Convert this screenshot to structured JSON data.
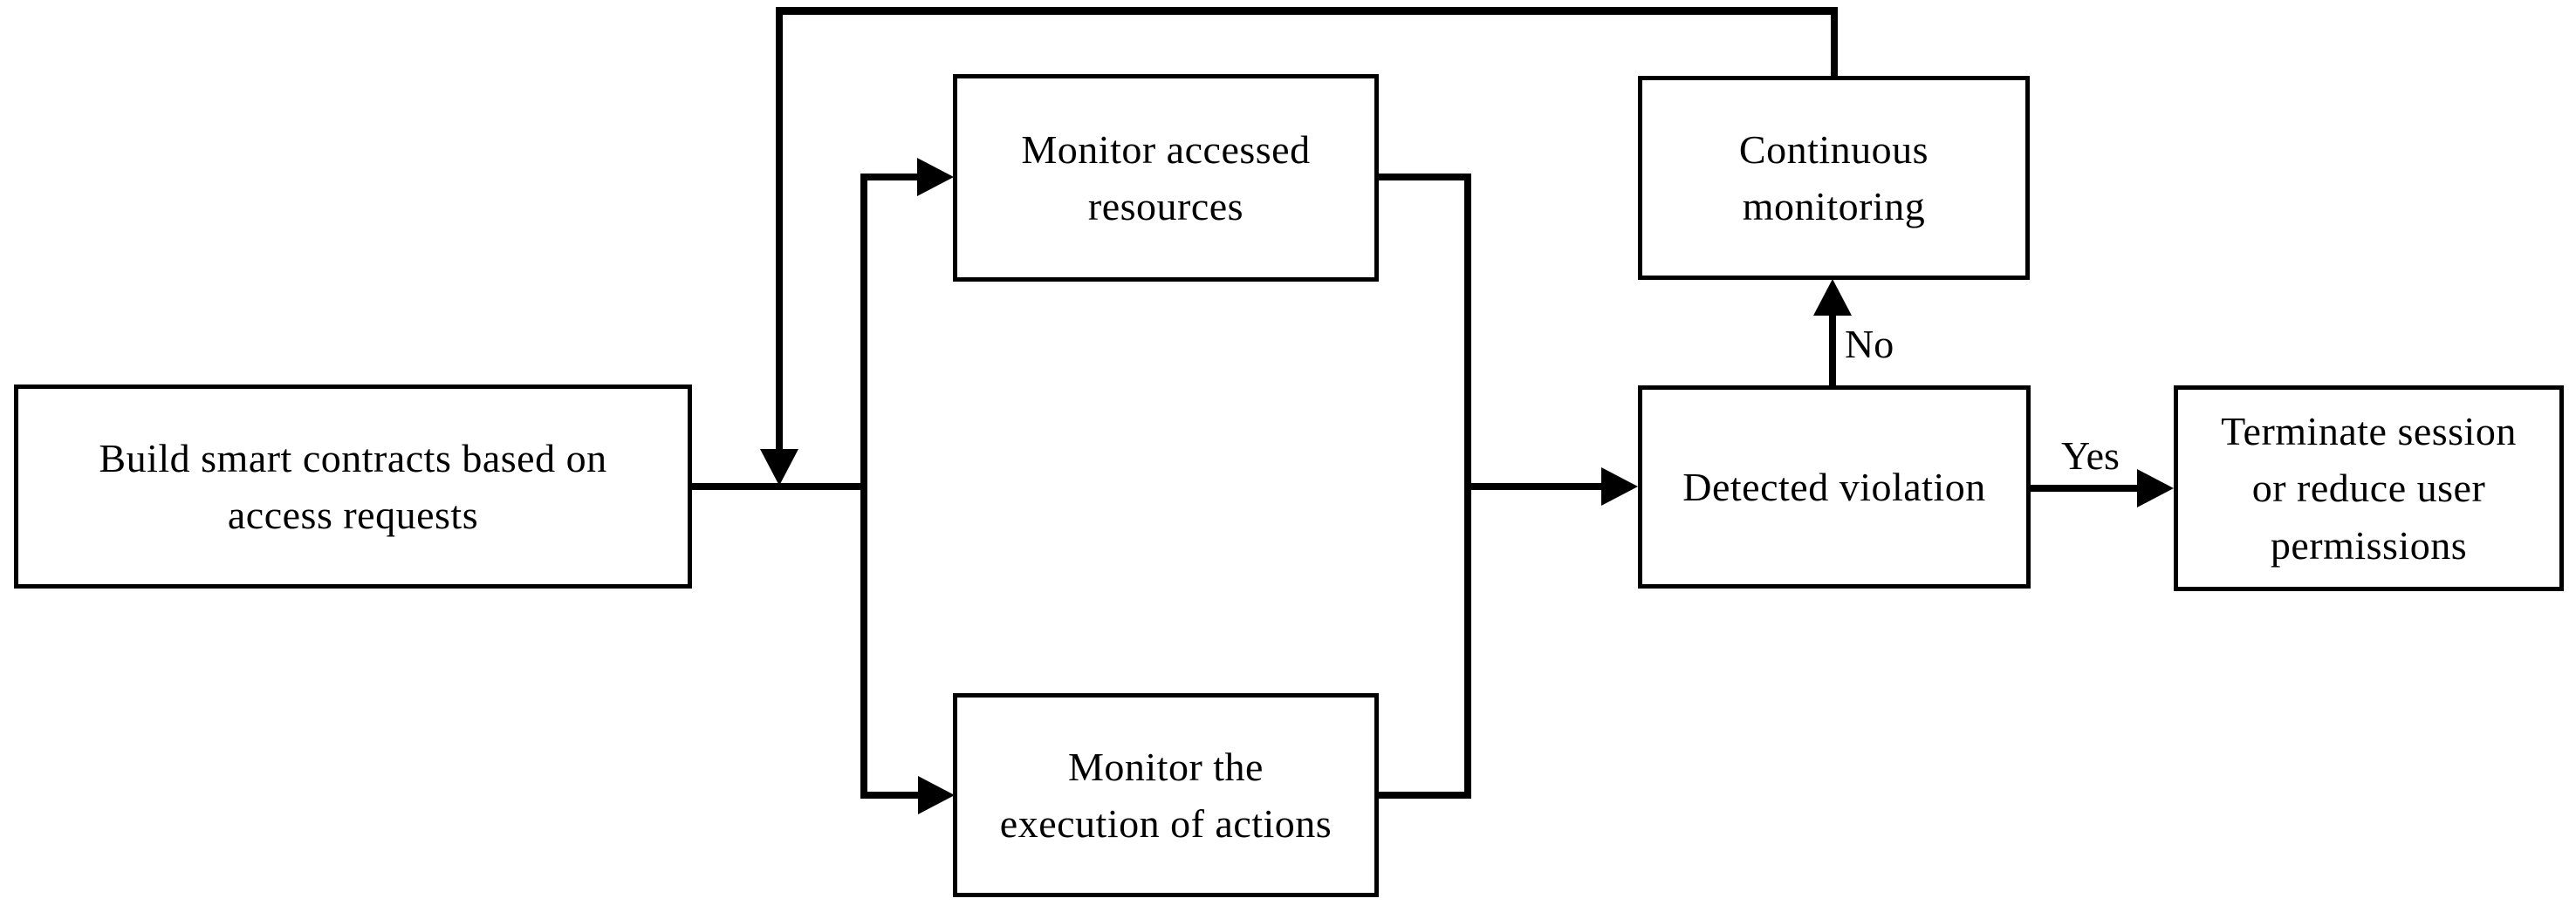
{
  "diagram": {
    "type": "flowchart",
    "colors": {
      "stroke": "#000000",
      "background": "#ffffff",
      "text": "#000000"
    },
    "nodes": {
      "build": {
        "lines": [
          "Build smart contracts based on",
          "access requests"
        ]
      },
      "monitor_resources": {
        "lines": [
          "Monitor accessed",
          "resources"
        ]
      },
      "monitor_actions": {
        "lines": [
          "Monitor the",
          "execution of actions"
        ]
      },
      "continuous_monitoring": {
        "lines": [
          "Continuous",
          "monitoring"
        ]
      },
      "detected_violation": {
        "lines": [
          "Detected violation"
        ]
      },
      "terminate": {
        "lines": [
          "Terminate session",
          "or reduce user",
          "permissions"
        ]
      }
    },
    "edges": {
      "yes_label": "Yes",
      "no_label": "No"
    }
  }
}
